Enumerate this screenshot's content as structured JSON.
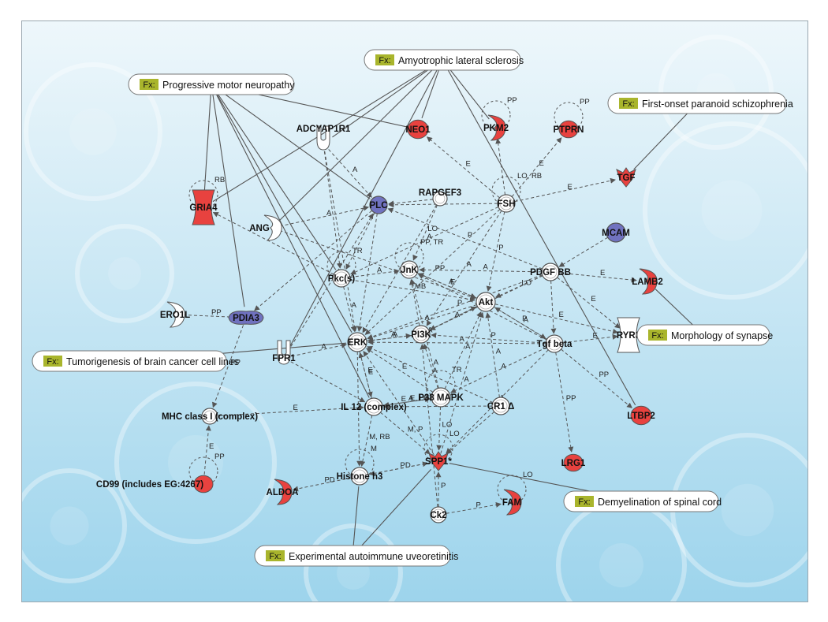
{
  "colors": {
    "background_top": "#eef7fb",
    "background_bottom": "#9dd4ec",
    "up_regulated": "#e8423f",
    "down_regulated": "#7072c0",
    "neutral": "#ffffff",
    "fx_tag": "#a9b52c",
    "edge": "#555555"
  },
  "functions": [
    {
      "id": "fx_als",
      "tag": "Fx:",
      "label": "Amyotrophic lateral sclerosis"
    },
    {
      "id": "fx_pmn",
      "tag": "Fx:",
      "label": "Progressive motor neuropathy"
    },
    {
      "id": "fx_fops",
      "tag": "Fx:",
      "label": "First-onset paranoid schizophrenia"
    },
    {
      "id": "fx_mos",
      "tag": "Fx:",
      "label": "Morphology of synapse"
    },
    {
      "id": "fx_tbc",
      "tag": "Fx:",
      "label": "Tumorigenesis of brain cancer cell lines"
    },
    {
      "id": "fx_dsc",
      "tag": "Fx:",
      "label": "Demyelination of spinal cord"
    },
    {
      "id": "fx_eau",
      "tag": "Fx:",
      "label": "Experimental autoimmune uveoretinitis"
    }
  ],
  "nodes": [
    {
      "id": "ADCYAP1R1",
      "label": "ADCYAP1R1",
      "reg": "none",
      "shape": "receptor"
    },
    {
      "id": "NEO1",
      "label": "NEO1",
      "reg": "up",
      "shape": "ellipse"
    },
    {
      "id": "PKM2",
      "label": "PKM2",
      "reg": "up",
      "shape": "enzyme"
    },
    {
      "id": "PTPRN",
      "label": "PTPRN",
      "reg": "up",
      "shape": "ellipse"
    },
    {
      "id": "TGF",
      "label": "TGF",
      "reg": "up",
      "shape": "cytokine"
    },
    {
      "id": "GRIA4",
      "label": "GRIA4",
      "reg": "up",
      "shape": "channel"
    },
    {
      "id": "ANG",
      "label": "ANG",
      "reg": "none",
      "shape": "enzyme"
    },
    {
      "id": "PLC",
      "label": "PLC",
      "reg": "down",
      "shape": "circle"
    },
    {
      "id": "RAPGEF3",
      "label": "RAPGEF3",
      "reg": "none",
      "shape": "circle"
    },
    {
      "id": "FSH",
      "label": "FSH",
      "reg": "none",
      "shape": "circle"
    },
    {
      "id": "MCAM",
      "label": "MCAM",
      "reg": "down",
      "shape": "circle"
    },
    {
      "id": "PDGFBB",
      "label": "PDGF BB",
      "reg": "none",
      "shape": "circle"
    },
    {
      "id": "LAMB2",
      "label": "LAMB2",
      "reg": "up",
      "shape": "enzyme"
    },
    {
      "id": "Pkcs",
      "label": "Pkc(s)",
      "reg": "none",
      "shape": "circle"
    },
    {
      "id": "JnK",
      "label": "JnK",
      "reg": "none",
      "shape": "circle"
    },
    {
      "id": "Akt",
      "label": "Akt",
      "reg": "none",
      "shape": "circle"
    },
    {
      "id": "ERO1L",
      "label": "ERO1L",
      "reg": "none",
      "shape": "enzyme"
    },
    {
      "id": "PDIA3",
      "label": "PDIA3",
      "reg": "down",
      "shape": "enzyme"
    },
    {
      "id": "ERK",
      "label": "ERK",
      "reg": "none",
      "shape": "circle"
    },
    {
      "id": "PI3K",
      "label": "PI3K",
      "reg": "none",
      "shape": "circle"
    },
    {
      "id": "Tgfbeta",
      "label": "Tgf beta",
      "reg": "none",
      "shape": "circle"
    },
    {
      "id": "RYR3",
      "label": "RYR3",
      "reg": "none",
      "shape": "channel"
    },
    {
      "id": "FPR1",
      "label": "FPR1",
      "reg": "none",
      "shape": "receptor"
    },
    {
      "id": "IL12",
      "label": "IL 12 (complex)",
      "reg": "none",
      "shape": "circle"
    },
    {
      "id": "P38",
      "label": "P38 MAPK",
      "reg": "none",
      "shape": "circle"
    },
    {
      "id": "CR1",
      "label": "CR1 Δ",
      "reg": "none",
      "shape": "circle"
    },
    {
      "id": "MHC",
      "label": "MHC class I (complex)",
      "reg": "none",
      "shape": "circle"
    },
    {
      "id": "LTBP2",
      "label": "LTBP2",
      "reg": "up",
      "shape": "ellipse"
    },
    {
      "id": "LRG1",
      "label": "LRG1",
      "reg": "up",
      "shape": "ellipse"
    },
    {
      "id": "SPP1",
      "label": "SPP1*",
      "reg": "up",
      "shape": "cytokine"
    },
    {
      "id": "Histone",
      "label": "Histone h3",
      "reg": "none",
      "shape": "circle"
    },
    {
      "id": "CD99",
      "label": "CD99 (includes EG:4267)",
      "reg": "up",
      "shape": "ellipse"
    },
    {
      "id": "ALDOA",
      "label": "ALDOA",
      "reg": "up",
      "shape": "enzyme"
    },
    {
      "id": "FAM",
      "label": "FAM",
      "reg": "up",
      "shape": "enzyme"
    },
    {
      "id": "Ck2",
      "label": "Ck2",
      "reg": "none",
      "shape": "circle"
    }
  ],
  "edges": [
    {
      "from": "fx_als",
      "to": "NEO1",
      "label": ""
    },
    {
      "from": "fx_als",
      "to": "GRIA4",
      "label": ""
    },
    {
      "from": "fx_als",
      "to": "ANG",
      "label": ""
    },
    {
      "from": "fx_als",
      "to": "ADCYAP1R1",
      "label": ""
    },
    {
      "from": "fx_als",
      "to": "PKM2",
      "label": ""
    },
    {
      "from": "fx_als",
      "to": "LTBP2",
      "label": ""
    },
    {
      "from": "fx_als",
      "to": "FPR1",
      "label": ""
    },
    {
      "from": "fx_pmn",
      "to": "GRIA4",
      "label": ""
    },
    {
      "from": "fx_pmn",
      "to": "NEO1",
      "label": ""
    },
    {
      "from": "fx_pmn",
      "to": "PLC",
      "label": ""
    },
    {
      "from": "fx_pmn",
      "to": "ERK",
      "label": ""
    },
    {
      "from": "fx_pmn",
      "to": "Pkcs",
      "label": ""
    },
    {
      "from": "fx_pmn",
      "to": "IL12",
      "label": ""
    },
    {
      "from": "fx_pmn",
      "to": "PDIA3",
      "label": ""
    },
    {
      "from": "fx_fops",
      "to": "TGF",
      "label": ""
    },
    {
      "from": "fx_mos",
      "to": "LAMB2",
      "label": ""
    },
    {
      "from": "fx_tbc",
      "to": "ERK",
      "label": ""
    },
    {
      "from": "fx_dsc",
      "to": "SPP1",
      "label": ""
    },
    {
      "from": "fx_eau",
      "to": "Histone",
      "label": ""
    },
    {
      "from": "fx_eau",
      "to": "SPP1",
      "label": ""
    },
    {
      "from": "ADCYAP1R1",
      "to": "PLC",
      "label": "A"
    },
    {
      "from": "ADCYAP1R1",
      "to": "Pkcs",
      "label": ""
    },
    {
      "from": "ADCYAP1R1",
      "to": "ERK",
      "label": ""
    },
    {
      "from": "FSH",
      "to": "NEO1",
      "label": "E"
    },
    {
      "from": "FSH",
      "to": "PKM2",
      "label": ""
    },
    {
      "from": "FSH",
      "to": "PTPRN",
      "label": "E"
    },
    {
      "from": "FSH",
      "to": "TGF",
      "label": "E"
    },
    {
      "from": "FSH",
      "to": "PLC",
      "label": ""
    },
    {
      "from": "FSH",
      "to": "Pkcs",
      "label": "A"
    },
    {
      "from": "FSH",
      "to": "PI3K",
      "label": "A"
    },
    {
      "from": "FSH",
      "to": "ERK",
      "label": "PP"
    },
    {
      "from": "FSH",
      "to": "Akt",
      "label": "P"
    },
    {
      "from": "RAPGEF3",
      "to": "PLC",
      "label": ""
    },
    {
      "from": "RAPGEF3",
      "to": "JnK",
      "label": "LO"
    },
    {
      "from": "RAPGEF3",
      "to": "ERK",
      "label": "A"
    },
    {
      "from": "ANG",
      "to": "PLC",
      "label": "A"
    },
    {
      "from": "ANG",
      "to": "Akt",
      "label": ""
    },
    {
      "from": "Pkcs",
      "to": "GRIA4",
      "label": ""
    },
    {
      "from": "Pkcs",
      "to": "JnK",
      "label": "A"
    },
    {
      "from": "Pkcs",
      "to": "ERK",
      "label": "A"
    },
    {
      "from": "PLC",
      "to": "Pkcs",
      "label": ""
    },
    {
      "from": "PLC",
      "to": "PDIA3",
      "label": ""
    },
    {
      "from": "PLC",
      "to": "ERK",
      "label": ""
    },
    {
      "from": "PDGFBB",
      "to": "PLC",
      "label": "P"
    },
    {
      "from": "PDGFBB",
      "to": "JnK",
      "label": "A"
    },
    {
      "from": "PDGFBB",
      "to": "Akt",
      "label": "LO"
    },
    {
      "from": "PDGFBB",
      "to": "PI3K",
      "label": "A"
    },
    {
      "from": "PDGFBB",
      "to": "ERK",
      "label": "P"
    },
    {
      "from": "PDGFBB",
      "to": "LAMB2",
      "label": "E"
    },
    {
      "from": "PDGFBB",
      "to": "RYR3",
      "label": "E"
    },
    {
      "from": "PDGFBB",
      "to": "Tgfbeta",
      "label": ""
    },
    {
      "from": "MCAM",
      "to": "PDGFBB",
      "label": ""
    },
    {
      "from": "Akt",
      "to": "JnK",
      "label": "E"
    },
    {
      "from": "Akt",
      "to": "ERK",
      "label": "A"
    },
    {
      "from": "Akt",
      "to": "PI3K",
      "label": ""
    },
    {
      "from": "Akt",
      "to": "RYR3",
      "label": "E"
    },
    {
      "from": "Akt",
      "to": "Tgfbeta",
      "label": "P"
    },
    {
      "from": "JnK",
      "to": "Akt",
      "label": "A"
    },
    {
      "from": "PI3K",
      "to": "Akt",
      "label": "A"
    },
    {
      "from": "PI3K",
      "to": "JnK",
      "label": ""
    },
    {
      "from": "PI3K",
      "to": "ERK",
      "label": "A"
    },
    {
      "from": "ERK",
      "to": "PI3K",
      "label": "A"
    },
    {
      "from": "ERO1L",
      "to": "PDIA3",
      "label": "PP"
    },
    {
      "from": "FPR1",
      "to": "ERK",
      "label": "A"
    },
    {
      "from": "FPR1",
      "to": "PLC",
      "label": ""
    },
    {
      "from": "FPR1",
      "to": "IL12",
      "label": ""
    },
    {
      "from": "Tgfbeta",
      "to": "ERK",
      "label": "A"
    },
    {
      "from": "Tgfbeta",
      "to": "PI3K",
      "label": "P"
    },
    {
      "from": "Tgfbeta",
      "to": "P38",
      "label": "A"
    },
    {
      "from": "Tgfbeta",
      "to": "RYR3",
      "label": "E"
    },
    {
      "from": "Tgfbeta",
      "to": "LTBP2",
      "label": "PP"
    },
    {
      "from": "Tgfbeta",
      "to": "LRG1",
      "label": "PP"
    },
    {
      "from": "Tgfbeta",
      "to": "JnK",
      "label": "P"
    },
    {
      "from": "Tgfbeta",
      "to": "Akt",
      "label": "A"
    },
    {
      "from": "Tgfbeta",
      "to": "SPP1",
      "label": "A"
    },
    {
      "from": "P38",
      "to": "ERK",
      "label": "E"
    },
    {
      "from": "P38",
      "to": "PI3K",
      "label": "A"
    },
    {
      "from": "P38",
      "to": "Akt",
      "label": "A"
    },
    {
      "from": "P38",
      "to": "IL12",
      "label": "E, LO, TR"
    },
    {
      "from": "P38",
      "to": "JnK",
      "label": "A"
    },
    {
      "from": "P38",
      "to": "SPP1",
      "label": "LO"
    },
    {
      "from": "CR1",
      "to": "ERK",
      "label": "A"
    },
    {
      "from": "CR1",
      "to": "Akt",
      "label": "A"
    },
    {
      "from": "CR1",
      "to": "IL12",
      "label": "A"
    },
    {
      "from": "CR1",
      "to": "SPP1",
      "label": ""
    },
    {
      "from": "IL12",
      "to": "ERK",
      "label": "E"
    },
    {
      "from": "IL12",
      "to": "P38",
      "label": "A"
    },
    {
      "from": "IL12",
      "to": "Histone",
      "label": "M, RB"
    },
    {
      "from": "IL12",
      "to": "SPP1",
      "label": "M, P"
    },
    {
      "from": "MHC",
      "to": "IL12",
      "label": "E"
    },
    {
      "from": "PDIA3",
      "to": "MHC",
      "label": "PP"
    },
    {
      "from": "CD99",
      "to": "MHC",
      "label": "E"
    },
    {
      "from": "Histone",
      "to": "ALDOA",
      "label": "PD"
    },
    {
      "from": "Histone",
      "to": "SPP1",
      "label": "PD"
    },
    {
      "from": "SPP1",
      "to": "Histone",
      "label": ""
    },
    {
      "from": "SPP1",
      "to": "ERK",
      "label": "E"
    },
    {
      "from": "SPP1",
      "to": "Akt",
      "label": "A"
    },
    {
      "from": "Ck2",
      "to": "SPP1",
      "label": "P"
    },
    {
      "from": "Ck2",
      "to": "FAM",
      "label": "P"
    },
    {
      "from": "Ck2",
      "to": "PI3K",
      "label": ""
    },
    {
      "from": "ERK",
      "to": "IL12",
      "label": "E"
    },
    {
      "from": "ERK",
      "to": "Histone",
      "label": ""
    },
    {
      "from": "Pkcs",
      "to": "Akt",
      "label": "MB"
    }
  ],
  "self_loops": [
    {
      "node": "GRIA4",
      "label": "RB"
    },
    {
      "node": "PKM2",
      "label": "PP"
    },
    {
      "node": "PTPRN",
      "label": "PP"
    },
    {
      "node": "FSH",
      "label": "LO, RB"
    },
    {
      "node": "Pkcs",
      "label": "TR"
    },
    {
      "node": "JnK",
      "label": "PP, TR"
    },
    {
      "node": "P38",
      "label": "TR"
    },
    {
      "node": "CD99",
      "label": "PP"
    },
    {
      "node": "Histone",
      "label": "M"
    },
    {
      "node": "SPP1",
      "label": "LO"
    },
    {
      "node": "FAM",
      "label": "LO"
    }
  ]
}
